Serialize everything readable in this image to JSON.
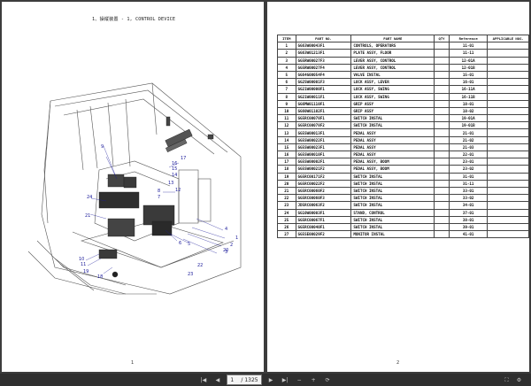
{
  "viewer": {
    "current_page": "1",
    "page_total_label": "/ 1325",
    "icons": [
      "first-page-icon",
      "prev-page-icon",
      "next-page-icon",
      "last-page-icon",
      "zoom-out-icon",
      "zoom-in-icon",
      "rotate-icon",
      "fullscreen-icon",
      "settings-icon"
    ]
  },
  "page1": {
    "title": "1、操縦装置 - 1, CONTROL DEVICE",
    "page_number": "1",
    "callouts": [
      "1",
      "2",
      "3",
      "4",
      "5",
      "6",
      "7",
      "8",
      "9",
      "10",
      "11",
      "12",
      "13",
      "14",
      "15",
      "16",
      "17",
      "18",
      "19",
      "20",
      "21",
      "22",
      "23",
      "24"
    ]
  },
  "page2": {
    "page_number": "2",
    "headers": [
      "ITEM",
      "PART NO.",
      "PART NAME",
      "QTY",
      "Reference",
      "APPLICABLE NOS."
    ],
    "rows": [
      [
        "1",
        "GG63W00043F1",
        "CONTROLS, OPERATORS",
        "",
        "11-01",
        ""
      ],
      [
        "2",
        "GG63W01213F1",
        "PLATE ASSY, FLOOR",
        "",
        "11-11",
        ""
      ],
      [
        "3",
        "GG5RW00027F3",
        "LEVER ASSY, CONTROL",
        "",
        "12-01A",
        ""
      ],
      [
        "4",
        "GG5RW00027F4",
        "LEVER ASSY, CONTROL",
        "",
        "12-01B",
        ""
      ],
      [
        "5",
        "GG64G00054F4",
        "VALVE INSTAL",
        "",
        "15-01",
        ""
      ],
      [
        "6",
        "GG2SW00001F3",
        "LOCK ASSY, LEVER",
        "",
        "16-01",
        ""
      ],
      [
        "7",
        "GG21W00000F1",
        "LOCK ASSY, SWING",
        "",
        "16-11A",
        ""
      ],
      [
        "8",
        "GG21W00011F1",
        "LOCK ASSY, SWING",
        "",
        "16-11B",
        ""
      ],
      [
        "9",
        "GG6MW01110F1",
        "GRIP ASSY",
        "",
        "18-01",
        ""
      ],
      [
        "10",
        "GG60W01102F1",
        "GRIP ASSY",
        "",
        "18-02",
        ""
      ],
      [
        "11",
        "GG5RC00078F1",
        "SWITCH INSTAL",
        "",
        "19-01A",
        ""
      ],
      [
        "12",
        "GG5RC00078F2",
        "SWITCH INSTAL",
        "",
        "19-01B",
        ""
      ],
      [
        "13",
        "GG5SW00013F1",
        "PEDAL ASSY",
        "",
        "21-01",
        ""
      ],
      [
        "14",
        "GG5SW00022F1",
        "PEDAL ASSY",
        "",
        "21-02",
        ""
      ],
      [
        "15",
        "GG5SW00023F1",
        "PEDAL ASSY",
        "",
        "21-03",
        ""
      ],
      [
        "16",
        "GG5SW00010F1",
        "PEDAL ASSY",
        "",
        "22-01",
        ""
      ],
      [
        "17",
        "GG5SW00002F1",
        "PEDAL ASSY, BOOM",
        "",
        "23-01",
        ""
      ],
      [
        "18",
        "GG5SW00021F2",
        "PEDAL ASSY, BOOM",
        "",
        "23-02",
        ""
      ],
      [
        "19",
        "GG5RC00171F2",
        "SWITCH INSTAL",
        "",
        "31-01",
        ""
      ],
      [
        "20",
        "GG5RC00022F2",
        "SWITCH INSTAL",
        "",
        "31-11",
        ""
      ],
      [
        "21",
        "GG5RC00060F2",
        "SWITCH INSTAL",
        "",
        "33-01",
        ""
      ],
      [
        "22",
        "GG5RC00060F3",
        "SWITCH INSTAL",
        "",
        "33-02",
        ""
      ],
      [
        "23",
        "JD5RC00063F2",
        "SWITCH INSTAL",
        "",
        "34-01",
        ""
      ],
      [
        "24",
        "GG10W00003F1",
        "STAND, CONTROL",
        "",
        "37-01",
        ""
      ],
      [
        "25",
        "GG5RC00067F1",
        "SWITCH INSTAL",
        "",
        "38-01",
        ""
      ],
      [
        "26",
        "GG5RC00040F1",
        "SWITCH INSTAL",
        "",
        "39-01",
        ""
      ],
      [
        "27",
        "GG5SE00029F2",
        "MONITOR INSTAL",
        "",
        "41-01",
        ""
      ]
    ]
  }
}
